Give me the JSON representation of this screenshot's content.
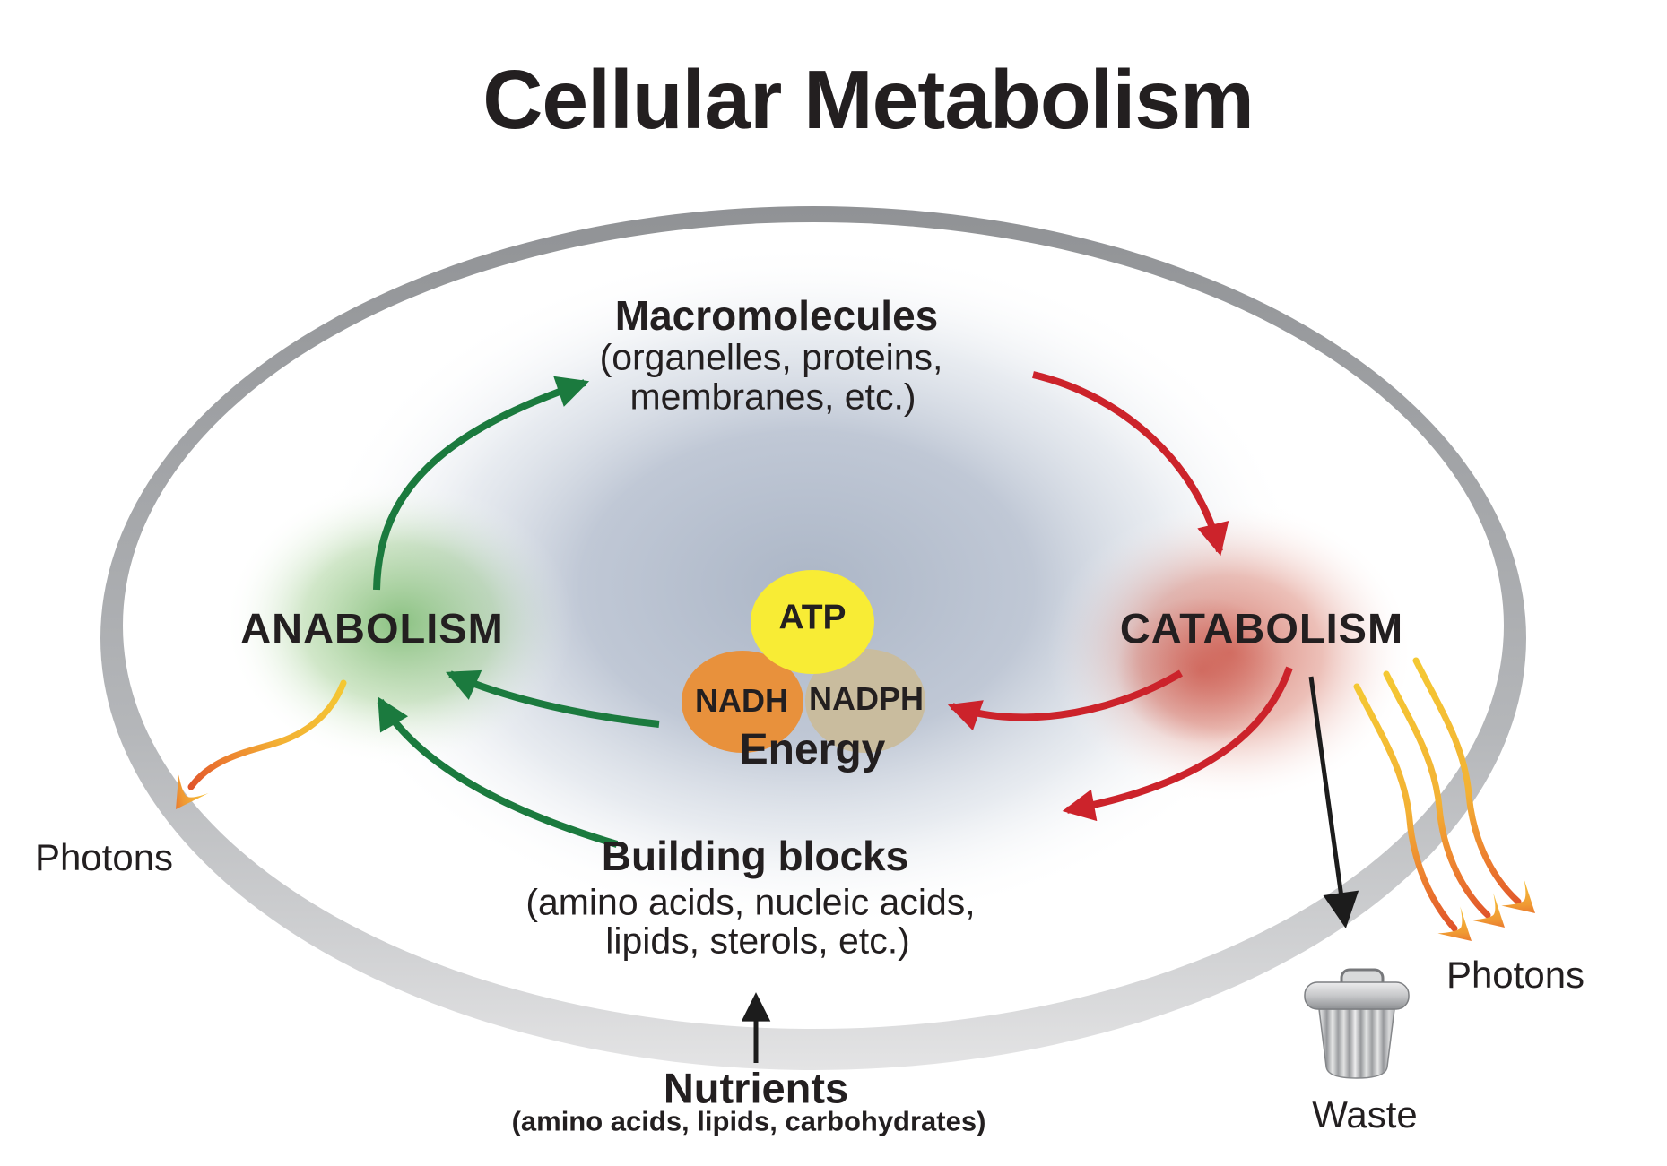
{
  "title": "Cellular Metabolism",
  "cell": {
    "macromolecules": {
      "name": "Macromolecules",
      "detail1": "(organelles, proteins,",
      "detail2": "membranes, etc.)"
    },
    "anabolism_label": "ANABOLISM",
    "catabolism_label": "CATABOLISM",
    "energy": {
      "atp": "ATP",
      "nadh": "NADH",
      "nadph": "NADPH",
      "caption": "Energy"
    },
    "building_blocks": {
      "name": "Building blocks",
      "detail1": "(amino acids, nucleic acids,",
      "detail2": "lipids, sterols, etc.)"
    }
  },
  "inputs_outputs": {
    "nutrients": {
      "name": "Nutrients",
      "detail": "(amino acids, lipids, carbohydrates)"
    },
    "photons_left_label": "Photons",
    "photons_right_label": "Photons",
    "waste_label": "Waste"
  },
  "colors": {
    "green": "#1b7a3e",
    "red": "#cc232b",
    "ink": "#231f20",
    "atp": "#f8ec35",
    "nadh": "#e8913c",
    "nadph": "#c9bc9e",
    "photon_yellow": "#f4c833",
    "photon_red": "#dc4629"
  }
}
